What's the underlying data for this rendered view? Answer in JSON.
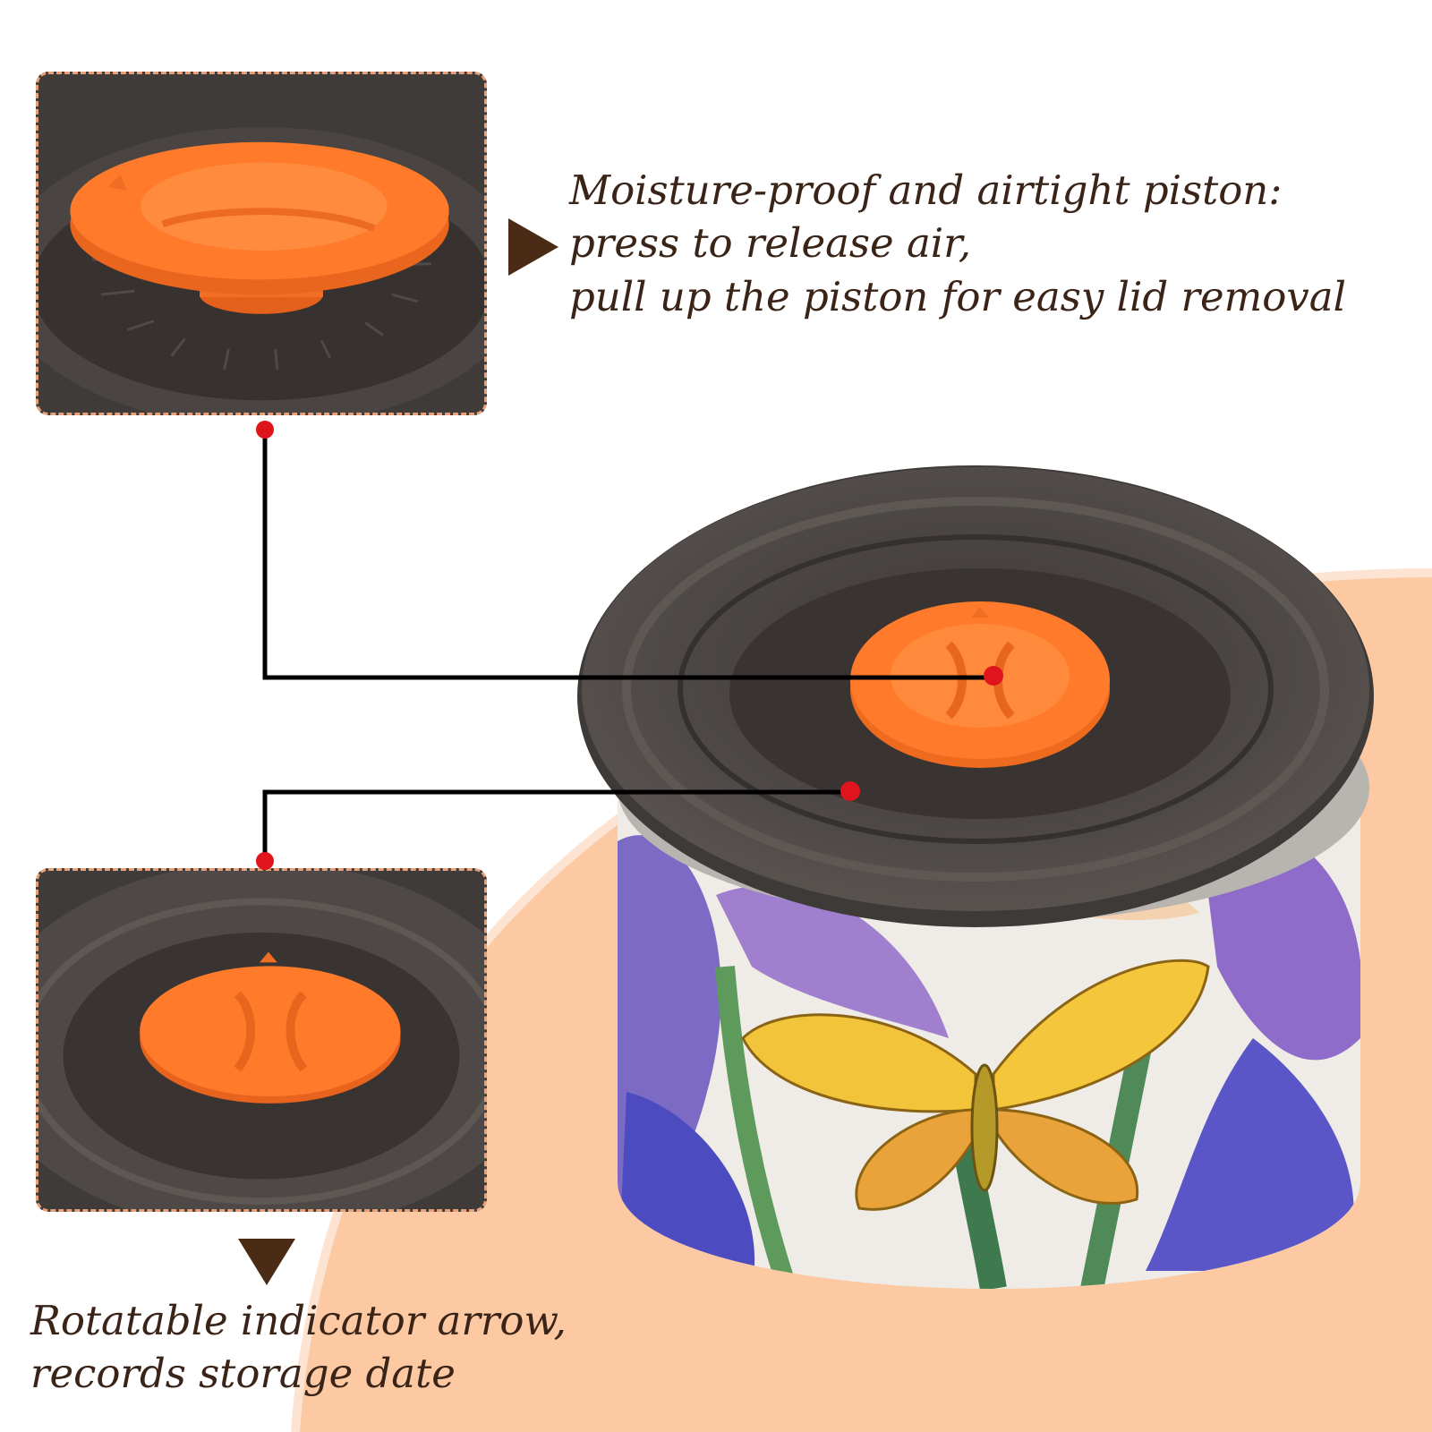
{
  "features": {
    "piston": {
      "lines": [
        "Moisture-proof and airtight piston:",
        "press to release air,",
        "pull up the piston for easy lid removal"
      ]
    },
    "indicator": {
      "lines": [
        "Rotatable indicator arrow,",
        "records storage date"
      ]
    }
  },
  "colors": {
    "background_curve": "#fcc9a3",
    "lid": "#4a4542",
    "piston": "#ff7a2a",
    "text": "#3a2418",
    "pointer_dot": "#e0141c",
    "inset_border": "#e8a07a",
    "arrow": "#4a2c16"
  },
  "icons": {
    "callout_arrow_right": "triangle-right",
    "callout_arrow_down": "triangle-down"
  }
}
